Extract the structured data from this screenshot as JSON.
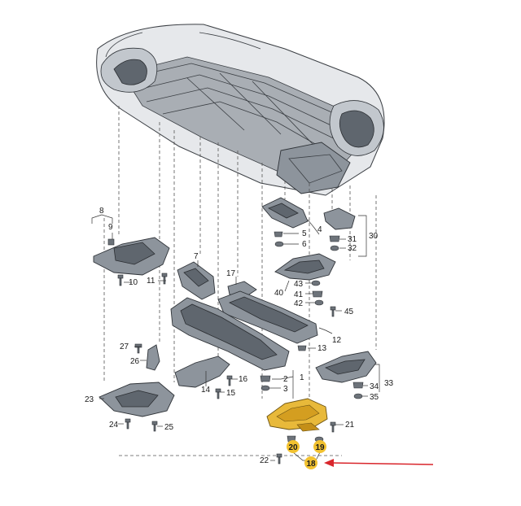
{
  "diagram": {
    "callouts": [
      {
        "id": "c1",
        "label": "1"
      },
      {
        "id": "c2",
        "label": "2"
      },
      {
        "id": "c3",
        "label": "3"
      },
      {
        "id": "c4",
        "label": "4"
      },
      {
        "id": "c5",
        "label": "5"
      },
      {
        "id": "c6",
        "label": "6"
      },
      {
        "id": "c7",
        "label": "7"
      },
      {
        "id": "c8",
        "label": "8"
      },
      {
        "id": "c9",
        "label": "9"
      },
      {
        "id": "c10",
        "label": "10"
      },
      {
        "id": "c11",
        "label": "11"
      },
      {
        "id": "c12",
        "label": "12"
      },
      {
        "id": "c13",
        "label": "13"
      },
      {
        "id": "c14",
        "label": "14"
      },
      {
        "id": "c15",
        "label": "15"
      },
      {
        "id": "c16",
        "label": "16"
      },
      {
        "id": "c17",
        "label": "17"
      },
      {
        "id": "c21",
        "label": "21"
      },
      {
        "id": "c22",
        "label": "22"
      },
      {
        "id": "c23",
        "label": "23"
      },
      {
        "id": "c24",
        "label": "24"
      },
      {
        "id": "c25",
        "label": "25"
      },
      {
        "id": "c26",
        "label": "26"
      },
      {
        "id": "c27",
        "label": "27"
      },
      {
        "id": "c30",
        "label": "30"
      },
      {
        "id": "c31",
        "label": "31"
      },
      {
        "id": "c32",
        "label": "32"
      },
      {
        "id": "c33",
        "label": "33"
      },
      {
        "id": "c34",
        "label": "34"
      },
      {
        "id": "c35",
        "label": "35"
      },
      {
        "id": "c40",
        "label": "40"
      },
      {
        "id": "c41",
        "label": "41"
      },
      {
        "id": "c42",
        "label": "42"
      },
      {
        "id": "c43",
        "label": "43"
      },
      {
        "id": "c45",
        "label": "45"
      }
    ],
    "highlighted": [
      {
        "id": "h18",
        "label": "18"
      },
      {
        "id": "h19",
        "label": "19"
      },
      {
        "id": "h20",
        "label": "20"
      }
    ],
    "colors": {
      "highlight": "#f2c230",
      "pointer_arrow": "#d9262c",
      "part_gray": "#8d949c"
    }
  }
}
